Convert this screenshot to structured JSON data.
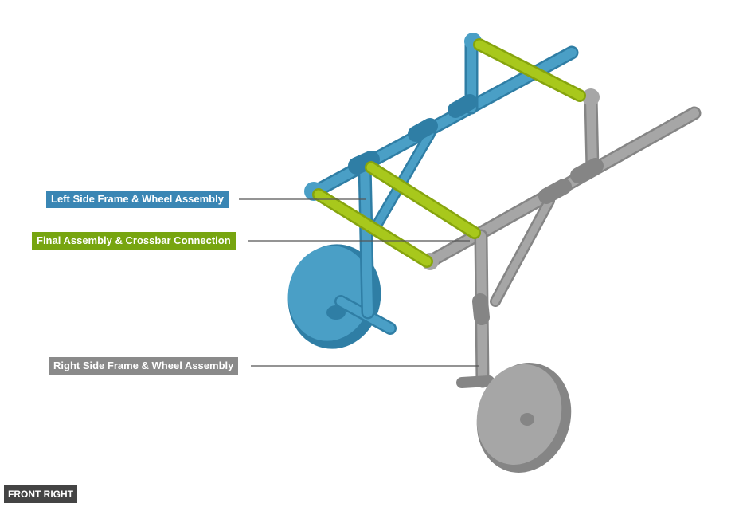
{
  "callouts": {
    "left_side": {
      "text": "Left Side Frame & Wheel Assembly",
      "color": "#3a86b4"
    },
    "final": {
      "text": "Final Assembly & Crossbar Connection",
      "color": "#77a510"
    },
    "right_side": {
      "text": "Right Side Frame & Wheel Assembly",
      "color": "#8a8a8a"
    }
  },
  "view_label": {
    "text": "FRONT RIGHT",
    "color": "#444444"
  },
  "colors": {
    "blue_part": "#4a9fc6",
    "blue_dark": "#2f7ea5",
    "green_part": "#a8c81c",
    "green_dark": "#86a40e",
    "gray_part": "#a6a6a6",
    "gray_dark": "#858585",
    "leader": "#555555"
  }
}
